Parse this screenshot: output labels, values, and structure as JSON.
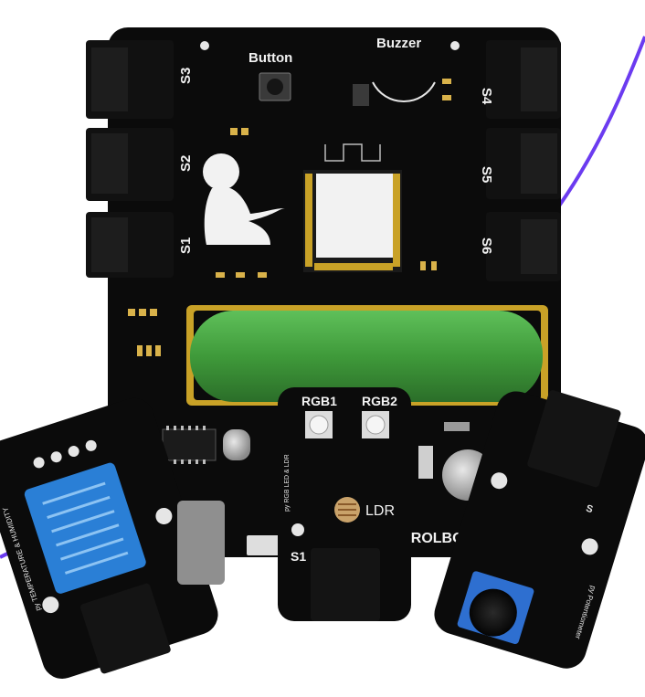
{
  "board": {
    "button_label": "Button",
    "buzzer_label": "Buzzer",
    "port_labels": [
      "S3",
      "S2",
      "S1",
      "S4",
      "S5",
      "S6"
    ],
    "brand_text": "TROLBO"
  },
  "rgb_module": {
    "rgb1_label": "RGB1",
    "rgb2_label": "RGB2",
    "ldr_label": "LDR",
    "port_label": "S1",
    "side_text": "py RGB LED & LDR"
  },
  "temp_module": {
    "side_text": "py TEMPERATURE & HUMIDITY"
  },
  "pot_module": {
    "side_text": "py Potentiometer",
    "port_label": "S"
  },
  "colors": {
    "pcb": "#0b0b0b",
    "battery": "#3f9a3a",
    "gold": "#c9a227",
    "sensor": "#2a7fd6",
    "wire": "#6b3bf0"
  }
}
